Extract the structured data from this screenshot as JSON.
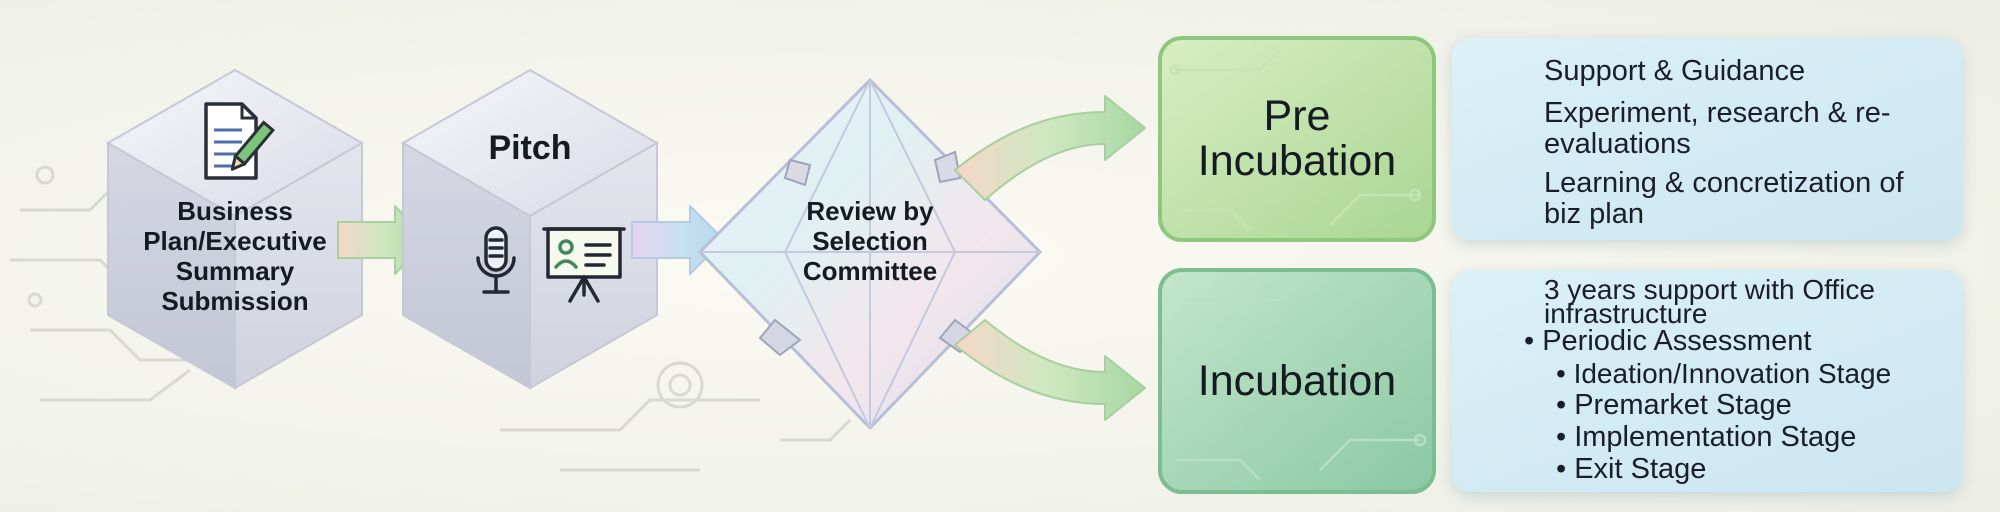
{
  "stages": {
    "submission": "Business Plan/Executive Summary Submission",
    "pitch": "Pitch",
    "review": "Review by Selection Committee",
    "pre_incubation": "Pre Incubation",
    "incubation": "Incubation"
  },
  "pre_incubation_items": [
    {
      "icon": "compass-icon",
      "text": "Support & Guidance"
    },
    {
      "icon": "microscope-icon",
      "text": "Experiment, research & re-evaluations"
    },
    {
      "icon": "puzzle-icon",
      "text": "Learning & concretization of biz plan"
    }
  ],
  "incubation_items": [
    {
      "text": "3 years support with Office infrastructure"
    },
    {
      "text": "• Periodic Assessment"
    },
    {
      "text": "• Ideation/Innovation Stage"
    },
    {
      "text": "• Premarket Stage"
    },
    {
      "text": "• Implementation Stage"
    },
    {
      "text": "• Exit Stage"
    }
  ],
  "colors": {
    "green_box": "#b9dfa6",
    "teal_box": "#a7d6b4",
    "panel": "#d3ebf5",
    "arrow": "#a8d7a3"
  }
}
